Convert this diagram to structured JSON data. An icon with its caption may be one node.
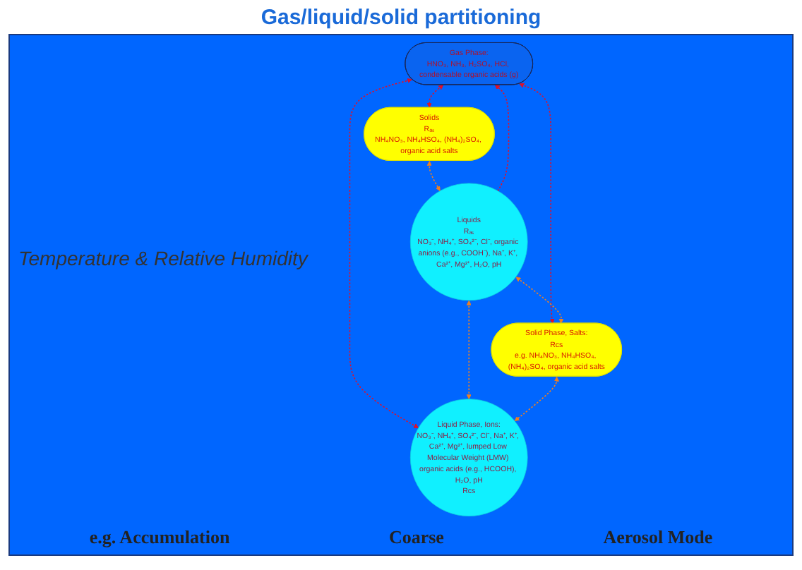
{
  "diagram": {
    "title": "Gas/liquid/solid partitioning",
    "nodes": [
      {
        "text": [
          "Gas Phase:",
          "HNO₃, NH₃, H₂SO₄, HCl, condensable organic acids (g)"
        ]
      },
      {
        "text": [
          "Liquid Phase, Ions:",
          "NO₃⁻, NH₄⁺, SO₄²⁻, Cl⁻, Na⁺, K⁺, Ca²⁺, Mg²⁺, lumped Low Molecular Weight (LMW) organic acids (e.g., HCOOH), H₂O, pH",
          "Rcs"
        ]
      },
      {
        "text": [
          "Solids",
          "Rₐₛ",
          "NH₄NO₃, NH₄HSO₄, (NH₄)₂SO₄, organic acid salts"
        ]
      },
      {
        "text": [
          "Liquids",
          "Rₐₛ",
          "NO₃⁻, NH₄⁺, SO₄²⁻, Cl⁻, organic anions (e.g., COOH⁻), Na⁺, K⁺, Ca²⁺, Mg²⁺, H₂O, pH"
        ]
      },
      {
        "text": [
          "Solid Phase, Salts:",
          "Rcs",
          "e.g. NH₄NO₃, NH₄HSO₄, (NH₄)₂SO₄, organic acid salts"
        ]
      }
    ],
    "edges": [
      {
        "from": 0,
        "to": 1,
        "arrow": "both",
        "style": "dashed",
        "color": "#e0102a"
      },
      {
        "from": 0,
        "to": 2,
        "arrow": "both",
        "style": "dashed",
        "color": "#e0102a"
      },
      {
        "from": 3,
        "to": 0,
        "arrow": "to",
        "style": "dashed",
        "color": "#e0102a"
      },
      {
        "from": 0,
        "to": 4,
        "arrow": "both",
        "style": "dashed",
        "color": "#e0102a"
      },
      {
        "from": 2,
        "to": 3,
        "arrow": "both",
        "style": "dashed",
        "color": "#f08020"
      },
      {
        "from": 3,
        "to": 4,
        "arrow": "both",
        "style": "dashed",
        "color": "#f08020"
      },
      {
        "from": 3,
        "to": 1,
        "arrow": "both",
        "style": "dashed",
        "color": "#f08020"
      },
      {
        "from": 4,
        "to": 1,
        "arrow": "both",
        "style": "dashed",
        "color": "#f08020"
      }
    ],
    "labels": [
      "Temperature & Relative Humidity",
      "e.g. Accumulation",
      "Coarse",
      "Aerosol Mode"
    ]
  }
}
